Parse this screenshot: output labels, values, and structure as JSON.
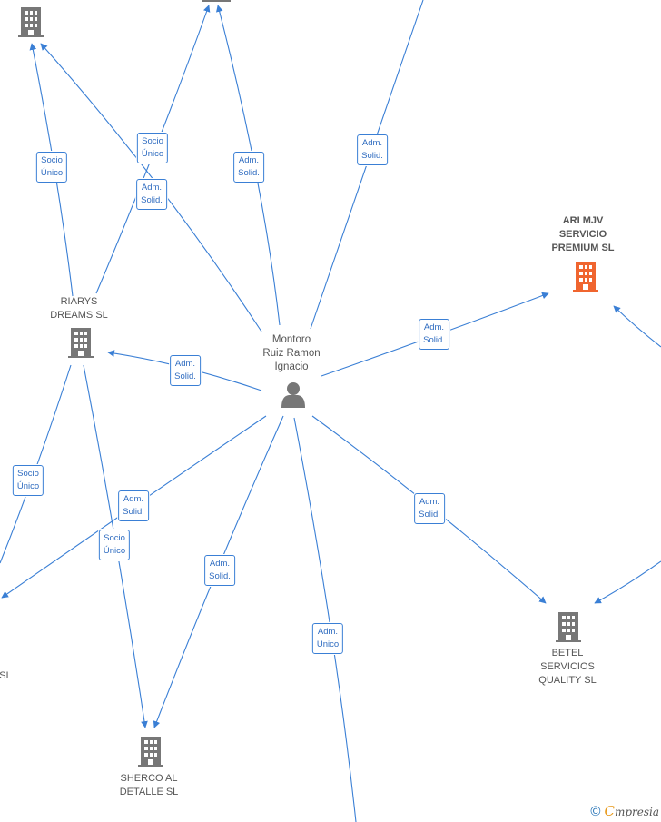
{
  "colors": {
    "edge": "#3a7fd5",
    "company": "#777777",
    "focus_company": "#f0652f",
    "person": "#777777"
  },
  "nodes": {
    "person": {
      "label": "Montoro\nRuiz Ramon\nIgnacio",
      "icon": "person-icon"
    },
    "ari": {
      "label": "ARI MJV\nSERVICIO\nPREMIUM  SL",
      "icon": "building-icon"
    },
    "riarys": {
      "label": "RIARYS\nDREAMS  SL",
      "icon": "building-icon"
    },
    "betel": {
      "label": "BETEL\nSERVICIOS\nQUALITY  SL",
      "icon": "building-icon"
    },
    "sherco": {
      "label": "SHERCO AL\nDETALLE  SL",
      "icon": "building-icon"
    },
    "left_sl": {
      "label": "SL",
      "icon": "building-icon"
    }
  },
  "edge_labels": [
    {
      "id": "e1",
      "text": "Socio\nÚnico"
    },
    {
      "id": "e2",
      "text": "Socio\nÚnico"
    },
    {
      "id": "e3",
      "text": "Adm.\nSolid."
    },
    {
      "id": "e4",
      "text": "Adm.\nSolid."
    },
    {
      "id": "e5",
      "text": "Adm.\nSolid."
    },
    {
      "id": "e6",
      "text": "Adm.\nSolid."
    },
    {
      "id": "e7",
      "text": "Adm.\nSolid."
    },
    {
      "id": "e8",
      "text": "Socio\nÚnico"
    },
    {
      "id": "e9",
      "text": "Adm.\nSolid."
    },
    {
      "id": "e10",
      "text": "Socio\nÚnico"
    },
    {
      "id": "e11",
      "text": "Adm.\nSolid."
    },
    {
      "id": "e12",
      "text": "Adm.\nSolid."
    },
    {
      "id": "e13",
      "text": "Adm.\nUnico"
    }
  ],
  "footer": {
    "copyright": "©",
    "brand_initial": "C",
    "brand_rest": "mpresia"
  }
}
